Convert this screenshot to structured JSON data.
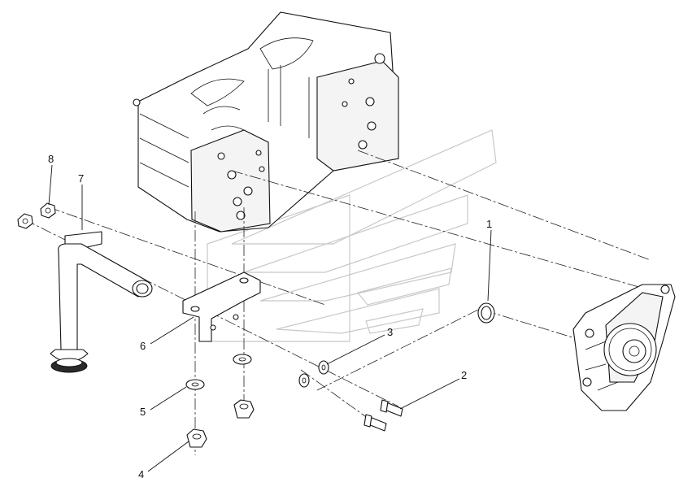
{
  "diagram": {
    "callouts": [
      {
        "id": "1",
        "label": "1"
      },
      {
        "id": "2",
        "label": "2"
      },
      {
        "id": "3",
        "label": "3"
      },
      {
        "id": "4",
        "label": "4"
      },
      {
        "id": "5",
        "label": "5"
      },
      {
        "id": "6",
        "label": "6"
      },
      {
        "id": "7",
        "label": "7"
      },
      {
        "id": "8",
        "label": "8"
      }
    ],
    "colors": {
      "line": "#111111",
      "watermark": "#c8c8c8",
      "background": "#ffffff"
    }
  }
}
